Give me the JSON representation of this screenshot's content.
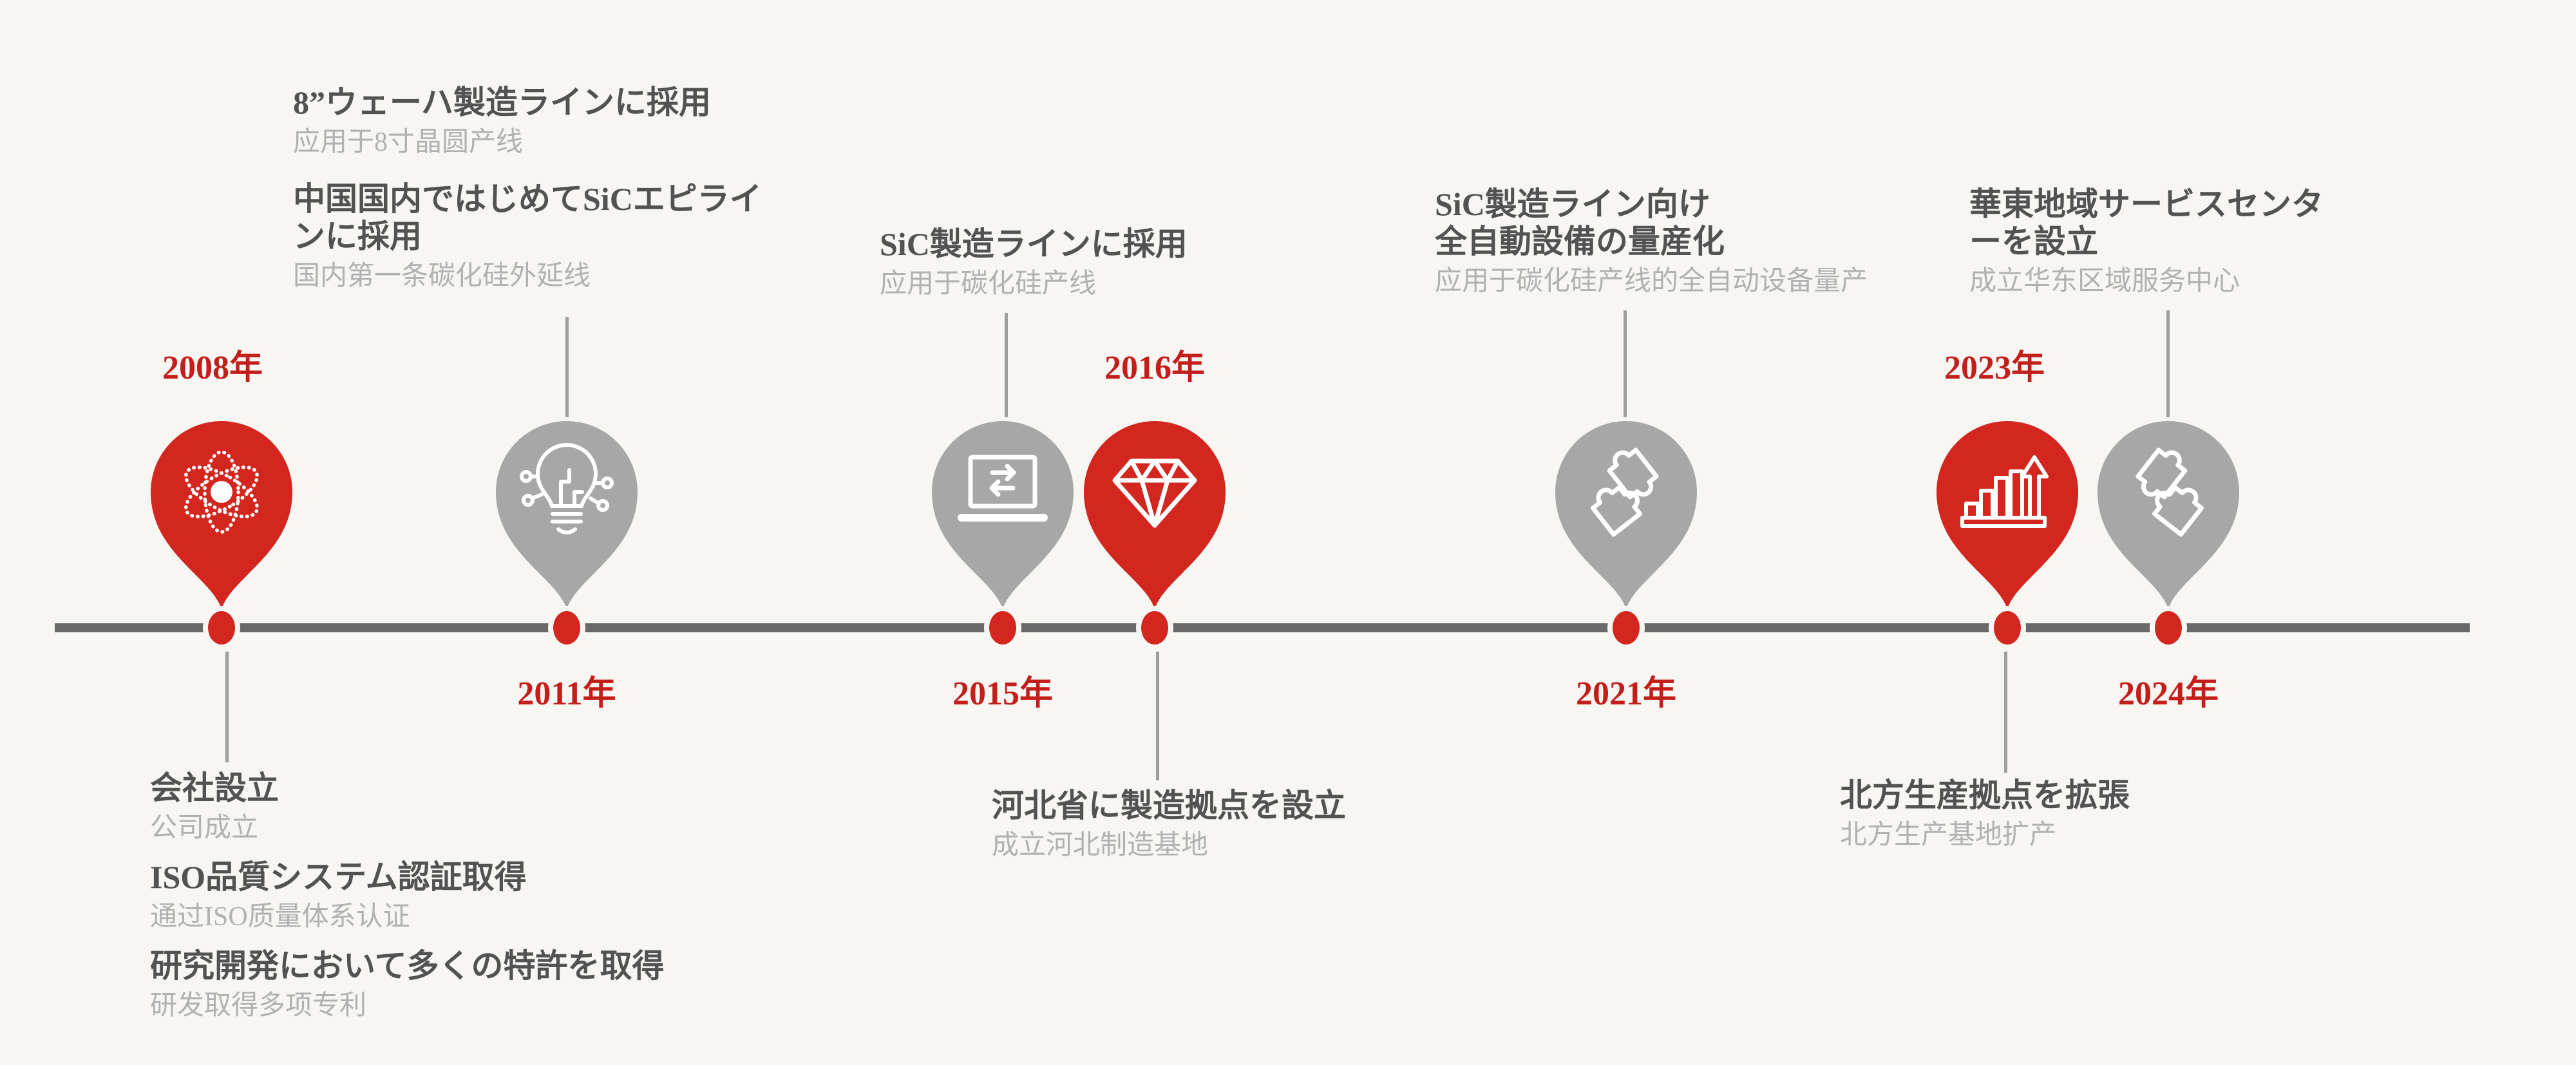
{
  "palette": {
    "bg": "#f7f6f3",
    "red": "#c41e1b",
    "pin-red": "#d2261f",
    "pin-gray": "#a7a7a7",
    "bar": "#696969",
    "connector": "#9e9e9e",
    "title": "#525252",
    "subtitle": "#b1b1b1",
    "icon-white": "#ffffff"
  },
  "events": [
    {
      "year": "2008年",
      "pin_color": "red",
      "icon": "atom-icon",
      "notes": [
        {
          "title": "会社設立",
          "subtitle": "公司成立"
        },
        {
          "title": "ISO品質システム認証取得",
          "subtitle": "通过ISO质量体系认证"
        },
        {
          "title": "研究開発において多くの特許を取得",
          "subtitle": "研发取得多项专利"
        }
      ]
    },
    {
      "year": "2011年",
      "pin_color": "gray",
      "icon": "circuit-lightbulb-icon",
      "notes": [
        {
          "title": "8”ウェーハ製造ラインに採用",
          "subtitle": "应用于8寸晶圆产线"
        },
        {
          "title": "中国国内ではじめてSiCエピライ\nンに採用",
          "subtitle": "国内第一条碳化硅外延线"
        }
      ]
    },
    {
      "year": "2015年",
      "pin_color": "gray",
      "icon": "laptop-sync-icon",
      "notes": [
        {
          "title": "SiC製造ラインに採用",
          "subtitle": "应用于碳化硅产线"
        }
      ]
    },
    {
      "year": "2016年",
      "pin_color": "red",
      "icon": "diamond-icon",
      "notes": [
        {
          "title": "河北省に製造拠点を設立",
          "subtitle": "成立河北制造基地"
        }
      ]
    },
    {
      "year": "2021年",
      "pin_color": "gray",
      "icon": "puzzle-pieces-icon",
      "notes": [
        {
          "title": "SiC製造ライン向け\n全自動設備の量産化",
          "subtitle": "应用于碳化硅产线的全自动设备量产"
        }
      ]
    },
    {
      "year": "2023年",
      "pin_color": "red",
      "icon": "growth-arrow-chart-icon",
      "notes": [
        {
          "title": "北方生産拠点を拡張",
          "subtitle": "北方生产基地扩产"
        }
      ]
    },
    {
      "year": "2024年",
      "pin_color": "gray",
      "icon": "puzzle-pieces-icon",
      "notes": [
        {
          "title": "華東地域サービスセンタ\nーを設立",
          "subtitle": "成立华东区域服务中心"
        }
      ]
    }
  ]
}
